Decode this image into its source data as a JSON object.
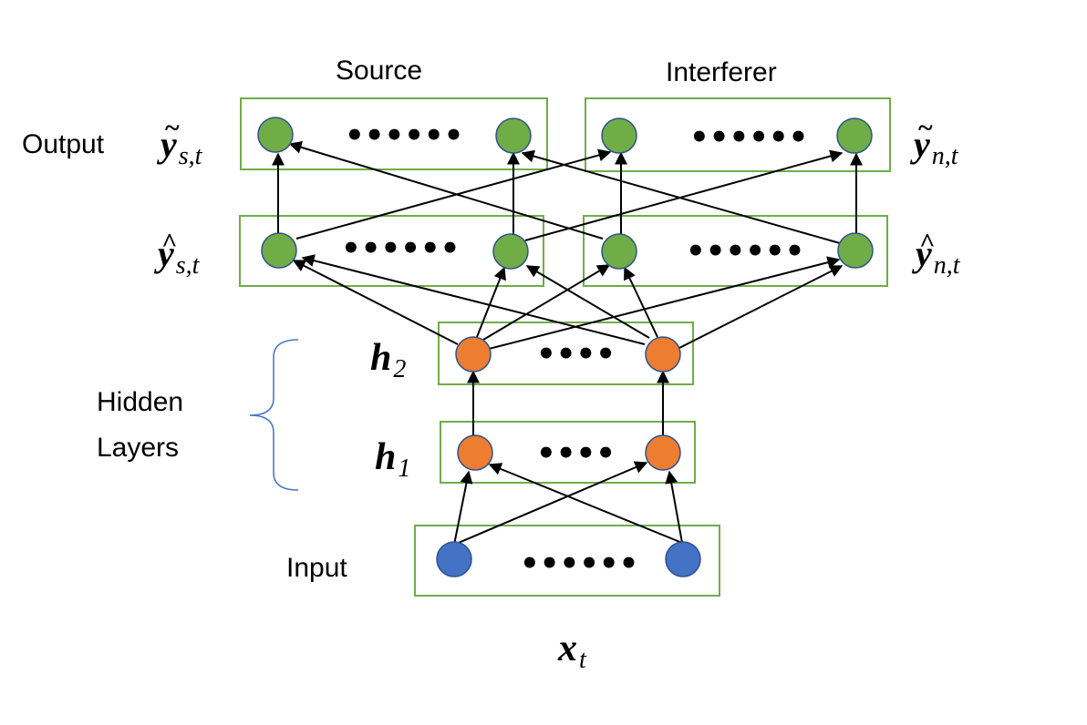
{
  "labels": {
    "source": "Source",
    "interferer": "Interferer",
    "output": "Output",
    "hidden_line1": "Hidden",
    "hidden_line2": "Layers",
    "input": "Input"
  },
  "math": {
    "y_tilde_s": {
      "base": "y",
      "accent": "~",
      "sub": "s,t"
    },
    "y_tilde_n": {
      "base": "y",
      "accent": "~",
      "sub": "n,t"
    },
    "y_hat_s": {
      "base": "y",
      "accent": "^",
      "sub": "s,t"
    },
    "y_hat_n": {
      "base": "y",
      "accent": "^",
      "sub": "n,t"
    },
    "h2": {
      "base": "h",
      "sub": "2"
    },
    "h1": {
      "base": "h",
      "sub": "1"
    },
    "x_t": {
      "base": "x",
      "sub": "t"
    }
  },
  "ellipsis": {
    "six": "••••••",
    "four": "••••"
  },
  "colors": {
    "output_node": "#70ad47",
    "hidden_node": "#ed7d31",
    "input_node": "#4472c4",
    "node_stroke": "#2f528f",
    "box_stroke": "#70ad47",
    "brace": "#4472c4"
  }
}
